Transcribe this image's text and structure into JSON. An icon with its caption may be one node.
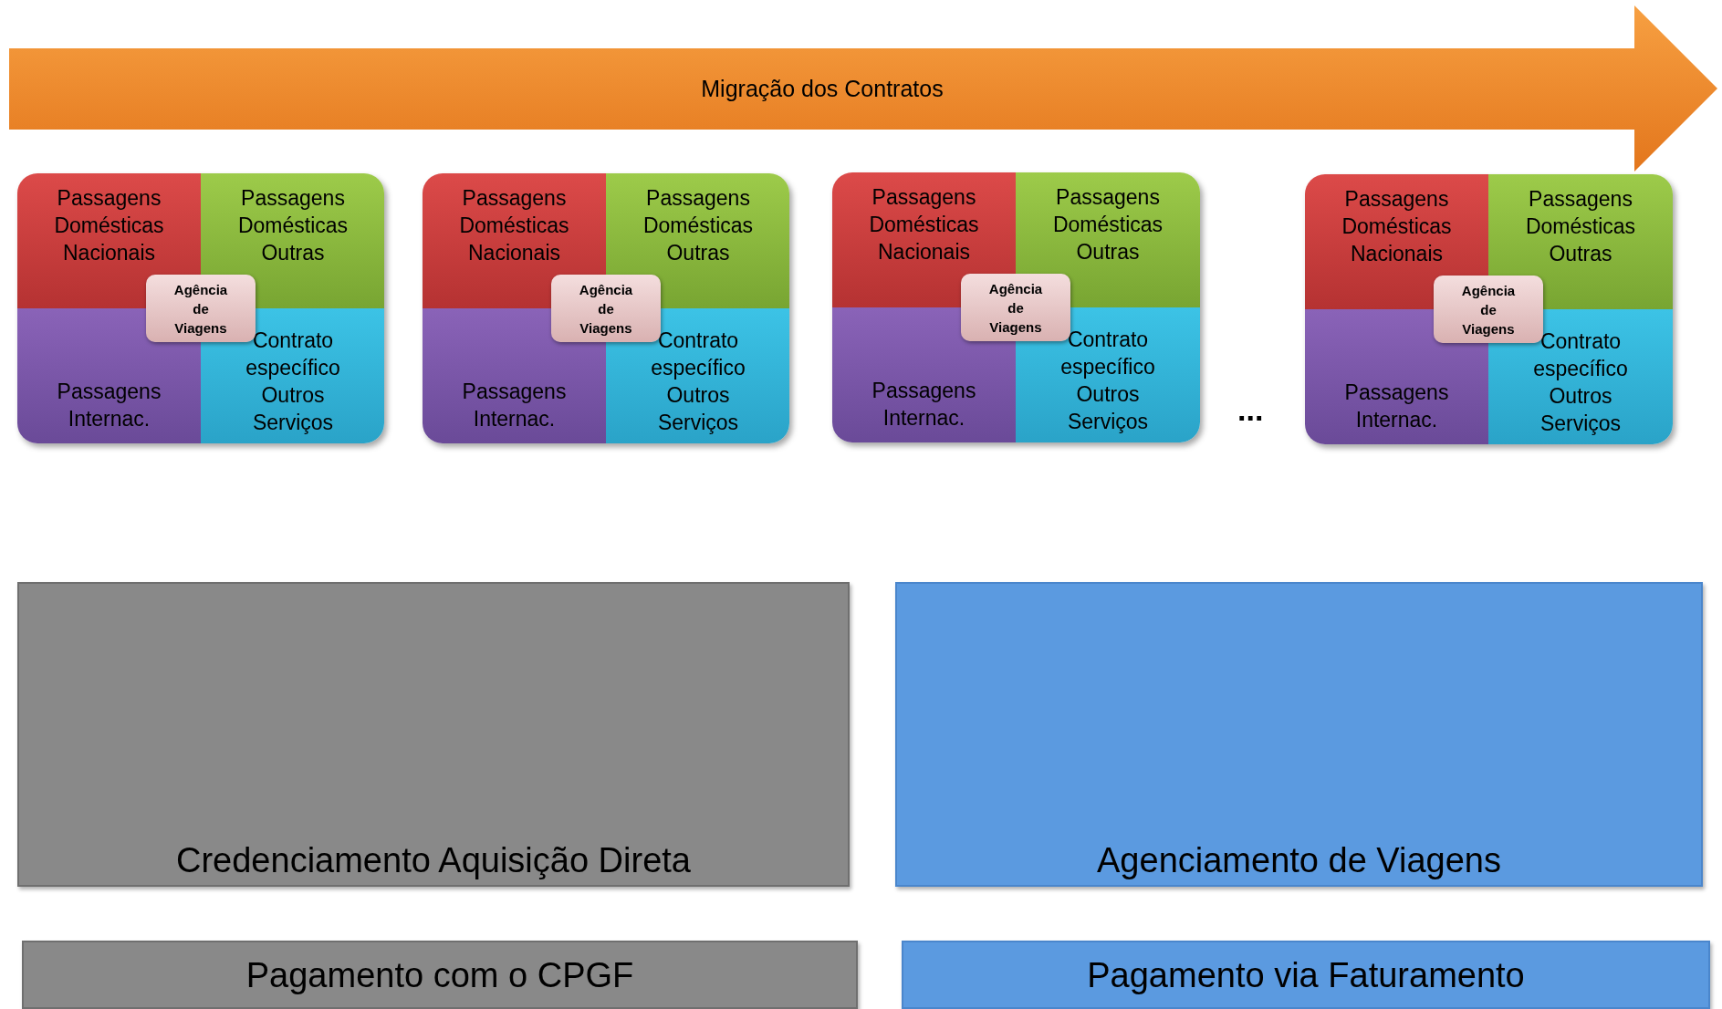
{
  "diagram": {
    "nodes": [
      {
        "text": [
          "Migração dos Contratos"
        ]
      },
      {
        "text": [],
        "shape": "box"
      },
      {
        "text": [
          "Passagens Domésticas Nacionais"
        ],
        "in": 1
      },
      {
        "text": [
          "Passagens Domésticas Outras"
        ],
        "in": 1
      },
      {
        "text": [
          "Passagens Internac."
        ],
        "in": 1
      },
      {
        "text": [
          "Contrato específico",
          "Outros Serviços"
        ],
        "in": 1
      },
      {
        "text": [
          "Agência de Viagens"
        ],
        "in": 1
      },
      {
        "text": [],
        "shape": "box"
      },
      {
        "text": [
          "Passagens Domésticas Nacionais"
        ],
        "in": 7
      },
      {
        "text": [
          "Passagens Domésticas Outras"
        ],
        "in": 7
      },
      {
        "text": [
          "Passagens Internac."
        ],
        "in": 7
      },
      {
        "text": [
          "Contrato específico",
          "Outros Serviços"
        ],
        "in": 7
      },
      {
        "text": [
          "Agência de Viagens"
        ],
        "in": 7
      },
      {
        "text": [],
        "shape": "box"
      },
      {
        "text": [
          "Passagens Domésticas Nacionais"
        ],
        "in": 13
      },
      {
        "text": [
          "Passagens Domésticas Outras"
        ],
        "in": 13
      },
      {
        "text": [
          "Passagens Internac."
        ],
        "in": 13
      },
      {
        "text": [
          "Contrato específico",
          "Outros Serviços"
        ],
        "in": 13
      },
      {
        "text": [
          "Agência de Viagens"
        ],
        "in": 13
      },
      {
        "text": [],
        "shape": "box"
      },
      {
        "text": [
          "Passagens Domésticas Nacionais"
        ],
        "in": 19
      },
      {
        "text": [
          "Passagens Domésticas Outras"
        ],
        "in": 19
      },
      {
        "text": [
          "Passagens Internac."
        ],
        "in": 19
      },
      {
        "text": [
          "Contrato específico",
          "Outros Serviços"
        ],
        "in": 19
      },
      {
        "text": [
          "Agência de Viagens"
        ],
        "in": 19
      },
      {
        "text": [
          "Credenciamento Aquisição Direta"
        ]
      },
      {
        "text": [
          "Agenciamento de Viagens"
        ]
      },
      {
        "text": [
          "Pagamento com o CPGF"
        ]
      },
      {
        "text": [
          "Pagamento via Faturamento"
        ]
      }
    ],
    "edges": [],
    "labels": [
      "..."
    ]
  }
}
